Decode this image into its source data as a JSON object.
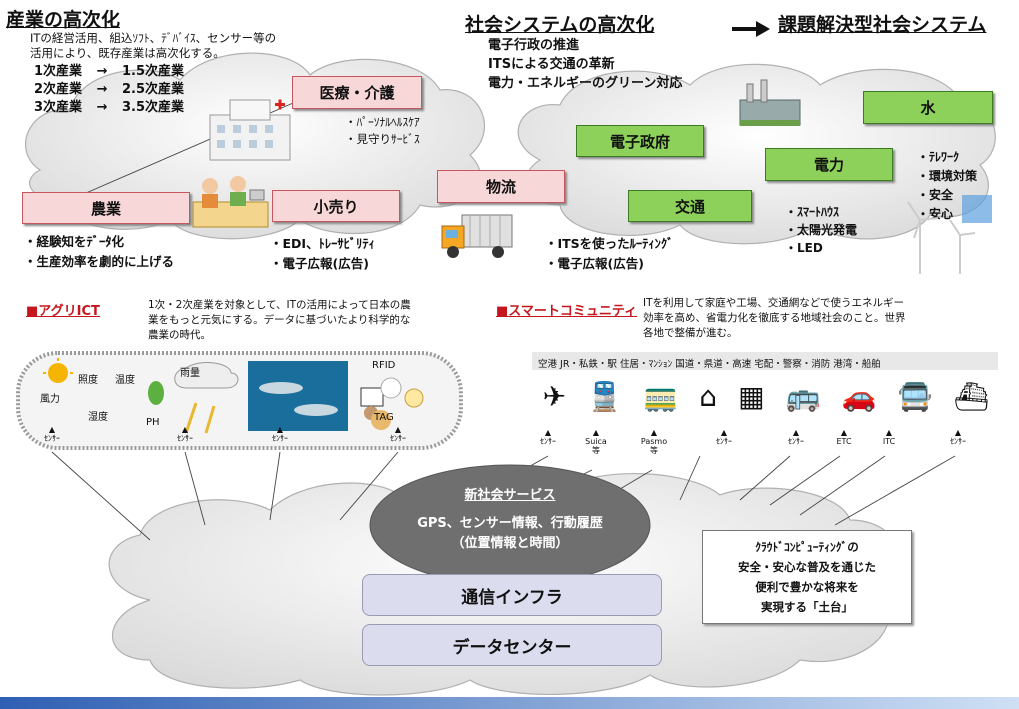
{
  "top_left": {
    "title": "産業の高次化",
    "desc_line1": "ITの経営活用、組込ｿﾌﾄ、ﾃﾞﾊﾞｲｽ、センサー等の",
    "desc_line2": "活用により、既存産業は高次化する。",
    "rows": [
      {
        "from": "1次産業",
        "arrow": "→",
        "to": "1.5次産業"
      },
      {
        "from": "2次産業",
        "arrow": "→",
        "to": "2.5次産業"
      },
      {
        "from": "3次産業",
        "arrow": "→",
        "to": "3.5次産業"
      }
    ]
  },
  "top_right": {
    "title_left": "社会システムの高次化",
    "title_right": "課題解決型社会システム",
    "items": [
      "電子行政の推進",
      "ITSによる交通の革新",
      "電力・エネルギーのグリーン対応"
    ]
  },
  "boxes": {
    "iryo": "医療・介護",
    "nogyo": "農業",
    "kouri": "小売り",
    "butsuryu": "物流",
    "denshi_seifu": "電子政府",
    "kotsu": "交通",
    "denryoku": "電力",
    "mizu": "水"
  },
  "notes": {
    "iryo": [
      "・ﾊﾟｰｿﾅﾙﾍﾙｽｹｱ",
      "・見守りｻｰﾋﾞｽ"
    ],
    "nogyo": [
      "・経験知をﾃﾞｰﾀ化",
      "・生産効率を劇的に上げる"
    ],
    "kouri": [
      "・EDI、ﾄﾚｰｻﾋﾞﾘﾃｨ",
      "・電子広報(広告)"
    ],
    "butsuryu": [
      "・ITSを使ったﾙｰﾃｨﾝｸﾞ",
      "・電子広報(広告)"
    ],
    "denryoku": [
      "・ｽﾏｰﾄﾊｳｽ",
      "・太陽光発電",
      "・LED"
    ],
    "mizu": [
      "・ﾃﾚﾜｰｸ",
      "・環境対策",
      "・安全",
      "・安心"
    ]
  },
  "agri": {
    "title": "■アグリICT",
    "desc": [
      "1次・2次産業を対象として、ITの活用によって日本の農",
      "業をもっと元気にする。データに基づいたより科学的な",
      "農業の時代。"
    ],
    "labels": [
      "照度",
      "温度",
      "風力",
      "湿度",
      "PH",
      "雨量",
      "RFID",
      "TAG"
    ],
    "sensor": "ｾﾝｻｰ"
  },
  "smart": {
    "title": "■スマートコミュニティ",
    "desc": [
      "ITを利用して家庭や工場、交通網などで使うエネルギー",
      "効率を高め、省電力化を徹底する地域社会のこと。世界",
      "各地で整備が進む。"
    ],
    "categories": "空港  JR・私鉄・駅  住居・ﾏﾝｼｮﾝ  国道・県道・高速  宅配・警察・消防  港湾・船舶",
    "icons": [
      {
        "name": "airplane-icon",
        "glyph": "✈"
      },
      {
        "name": "train-icon",
        "glyph": "🚆"
      },
      {
        "name": "train2-icon",
        "glyph": "🚃"
      },
      {
        "name": "house-icon",
        "glyph": "⌂"
      },
      {
        "name": "building-icon",
        "glyph": "▦"
      },
      {
        "name": "bus-icon",
        "glyph": "🚌"
      },
      {
        "name": "car-icon",
        "glyph": "🚗"
      },
      {
        "name": "bus2-icon",
        "glyph": "🚍"
      },
      {
        "name": "ship-icon",
        "glyph": "⛴"
      }
    ],
    "sensor_labels": [
      "ｾﾝｻｰ",
      "Suica\n等",
      "Pasmo\n等",
      "ｾﾝｻｰ",
      "ｾﾝｻｰ",
      "ETC",
      "ITC",
      "ｾﾝｻｰ"
    ]
  },
  "bottom": {
    "service_title": "新社会サービス",
    "service_line1": "GPS、センサー情報、行動履歴",
    "service_line2": "（位置情報と時間）",
    "infra1": "通信インフラ",
    "infra2": "データセンター",
    "cloud_note": [
      "ｸﾗｳﾄﾞｺﾝﾋﾟｭｰﾃｨﾝｸﾞの",
      "安全・安心な普及を通じた",
      "便利で豊かな将来を",
      "実現する「土台」"
    ]
  },
  "colors": {
    "pink_fill": "#f8d7d9",
    "pink_border": "#c9555f",
    "green_fill": "#8ed15a",
    "green_border": "#3b7b22",
    "section_red": "#c4161c",
    "bottom_bar": "#3a6fc4"
  }
}
